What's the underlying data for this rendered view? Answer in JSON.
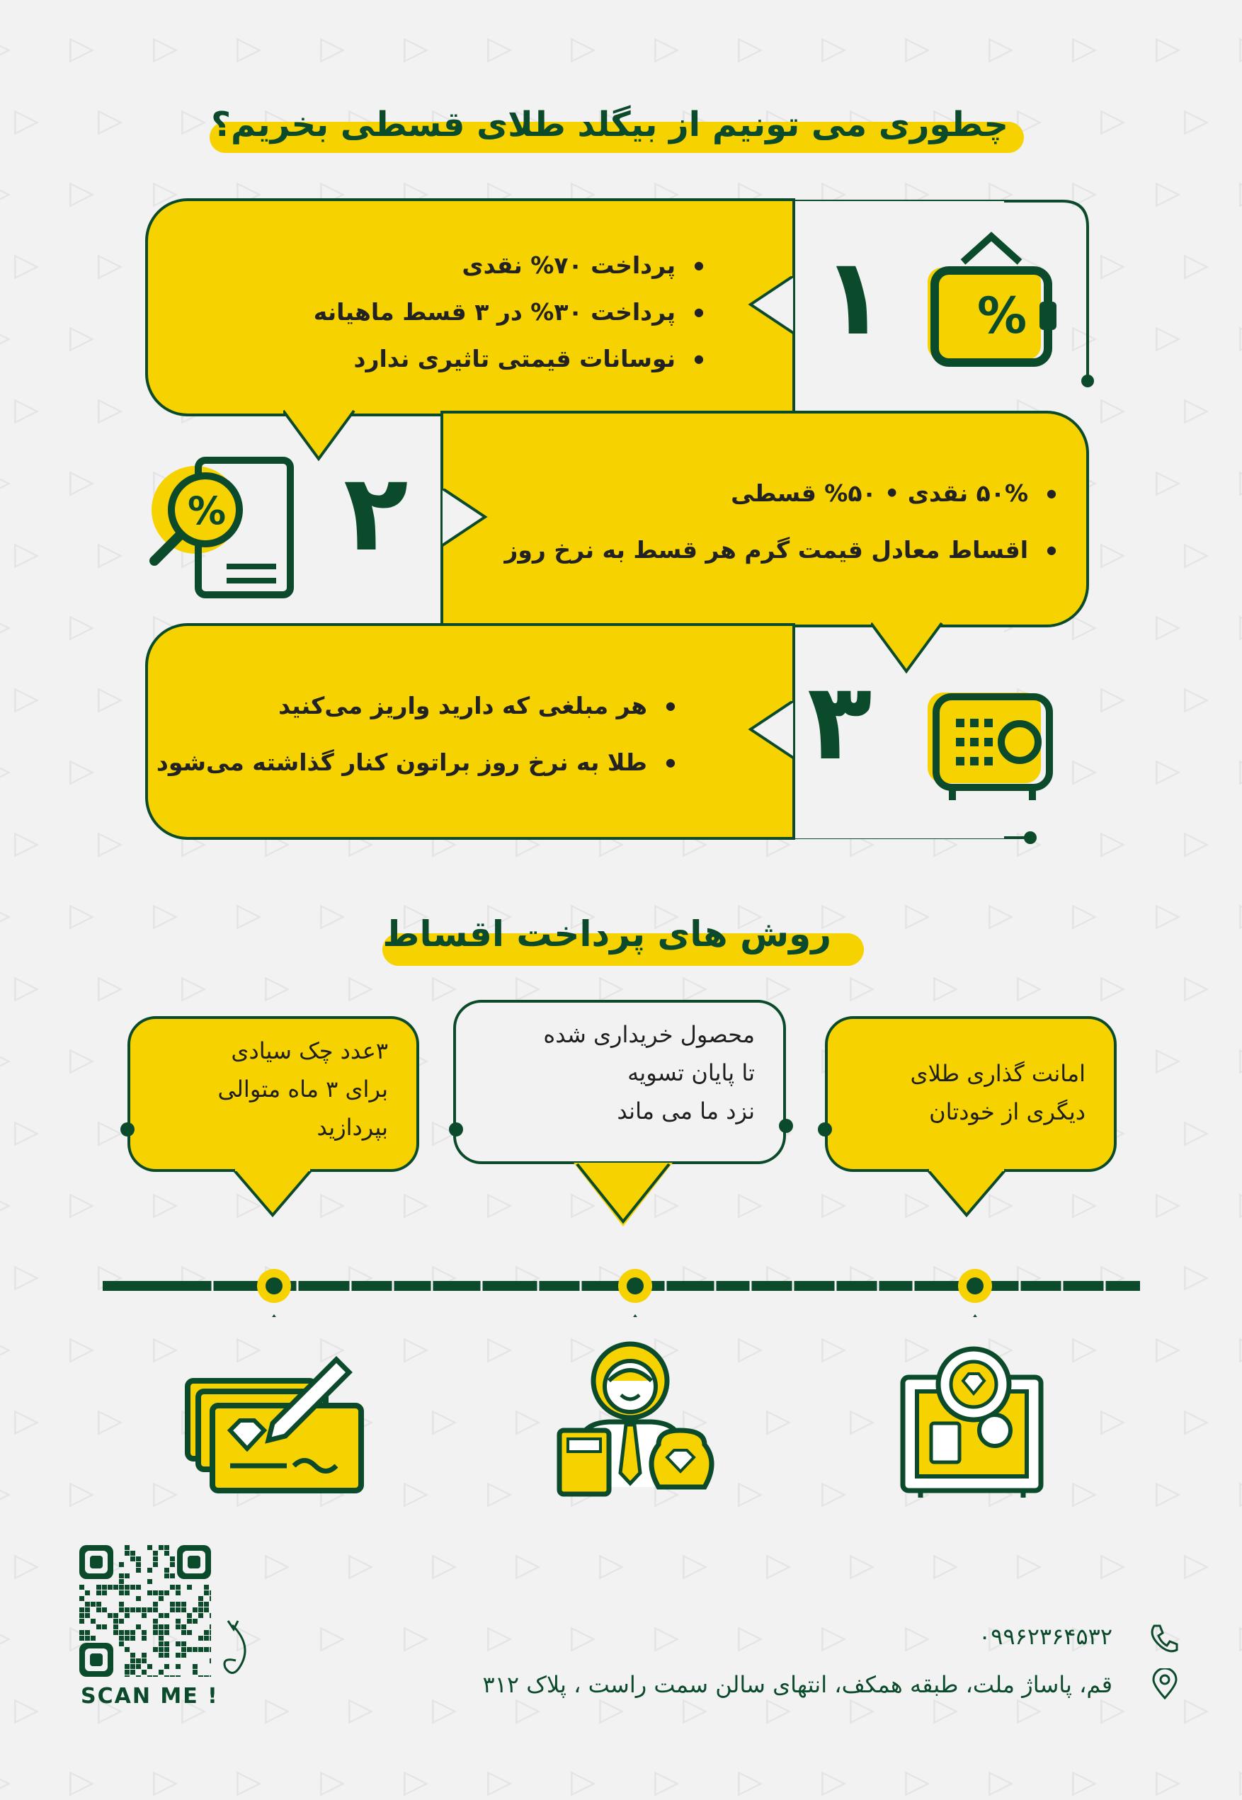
{
  "colors": {
    "yellow": "#f5d200",
    "green": "#0b4a2a",
    "bg": "#f2f2f2"
  },
  "header": {
    "title": "چطوری می تونیم از بیگلد طلای قسطی بخریم؟"
  },
  "plans": [
    {
      "number": "۱",
      "icon": "wallet-percent-icon",
      "bullets": [
        "پرداخت ۷۰% نقدی",
        "پرداخت ۳۰% در ۳ قسط ماهیانه",
        "نوسانات قیمتی تاثیری ندارد"
      ]
    },
    {
      "number": "۲",
      "icon": "document-percent-icon",
      "bullets": [
        "۵۰% نقدی  •  ۵۰% قسطی",
        "اقساط معادل قیمت گرم هر قسط به نرخ روز"
      ]
    },
    {
      "number": "۳",
      "icon": "safe-icon",
      "bullets": [
        "هر مبلغی که دارید واریز می‌کنید",
        "طلا به نرخ روز براتون کنار گذاشته می‌شود"
      ]
    }
  ],
  "methods": {
    "title": "روش های پرداخت اقساط",
    "items": [
      {
        "lines": [
          "۳عدد چک سیادی",
          "برای ۳ ماه متوالی",
          "بپردازید"
        ],
        "icon": "cheque-pen-icon"
      },
      {
        "lines": [
          "محصول خریداری شده",
          "تا پایان تسویه",
          "نزد ما می ماند"
        ],
        "icon": "seller-gold-icon"
      },
      {
        "lines": [
          "امانت گذاری طلای",
          "دیگری از خودتان"
        ],
        "icon": "vault-diamond-icon"
      }
    ]
  },
  "footer": {
    "scan_label": "SCAN ME !",
    "phone": "۰۹۹۶۲۳۶۴۵۳۲",
    "address": "قم، پاساژ ملت، طبقه همکف، انتهای سالن سمت راست ، پلاک ۳۱۲"
  }
}
